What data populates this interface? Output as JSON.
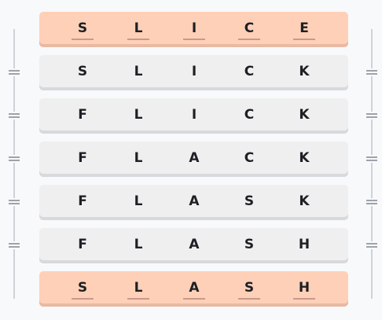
{
  "puzzle": {
    "rows": [
      {
        "id": "start",
        "type": "endpoint",
        "letters": [
          "S",
          "L",
          "I",
          "C",
          "E"
        ]
      },
      {
        "id": "step-1",
        "type": "step",
        "letters": [
          "S",
          "L",
          "I",
          "C",
          "K"
        ]
      },
      {
        "id": "step-2",
        "type": "step",
        "letters": [
          "F",
          "L",
          "I",
          "C",
          "K"
        ]
      },
      {
        "id": "step-3",
        "type": "step",
        "letters": [
          "F",
          "L",
          "A",
          "C",
          "K"
        ]
      },
      {
        "id": "step-4",
        "type": "step",
        "letters": [
          "F",
          "L",
          "A",
          "S",
          "K"
        ]
      },
      {
        "id": "step-5",
        "type": "step",
        "letters": [
          "F",
          "L",
          "A",
          "S",
          "H"
        ]
      },
      {
        "id": "end",
        "type": "endpoint",
        "letters": [
          "S",
          "L",
          "A",
          "S",
          "H"
        ]
      }
    ]
  },
  "colors": {
    "endpoint_fill": "#ffd0b8",
    "step_fill": "#efefef",
    "text": "#1d1f24"
  }
}
